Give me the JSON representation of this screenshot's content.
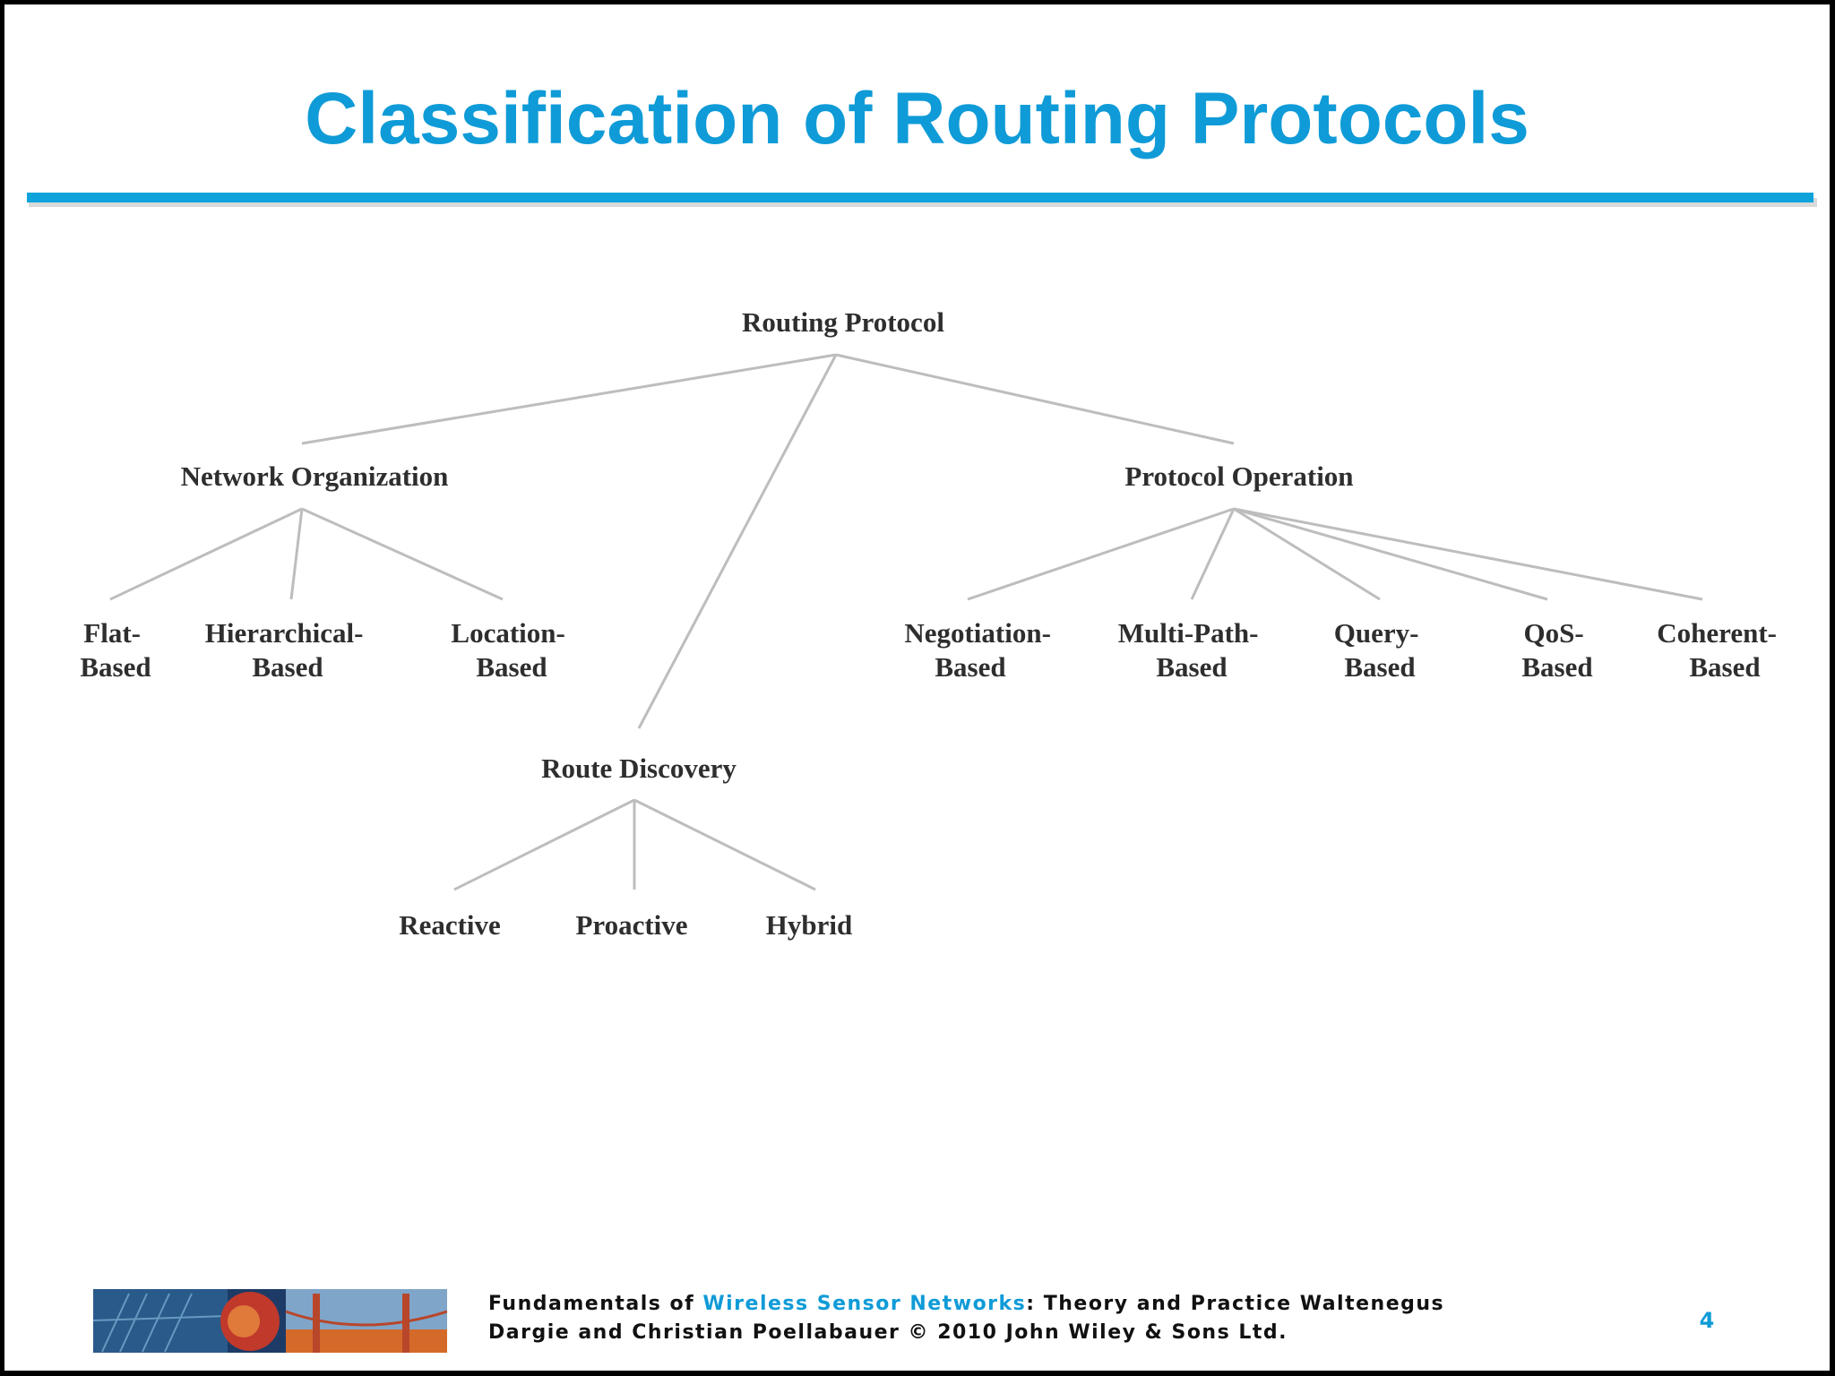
{
  "slide": {
    "title": "Classification of Routing Protocols",
    "page_number": "4"
  },
  "diagram": {
    "root": "Routing Protocol",
    "network_organization": {
      "label": "Network Organization",
      "children": [
        {
          "line1": "Flat-",
          "line2": "Based"
        },
        {
          "line1": "Hierarchical-",
          "line2": "Based"
        },
        {
          "line1": "Location-",
          "line2": "Based"
        }
      ]
    },
    "protocol_operation": {
      "label": "Protocol Operation",
      "children": [
        {
          "line1": "Negotiation-",
          "line2": "Based"
        },
        {
          "line1": "Multi-Path-",
          "line2": "Based"
        },
        {
          "line1": "Query-",
          "line2": "Based"
        },
        {
          "line1": "QoS-",
          "line2": "Based"
        },
        {
          "line1": "Coherent-",
          "line2": "Based"
        }
      ]
    },
    "route_discovery": {
      "label": "Route Discovery",
      "children": [
        "Reactive",
        "Proactive",
        "Hybrid"
      ]
    }
  },
  "footer": {
    "text_prefix": "Fundamentals of ",
    "text_accent": "Wireless Sensor Networks",
    "text_suffix_line1": ": Theory and Practice  Waltenegus",
    "text_line2": "Dargie and Christian Poellabauer © 2010 John Wiley & Sons Ltd."
  },
  "colors": {
    "accent": "#0f9bd7",
    "diagram_text": "#2e2e2e",
    "connector": "#bdbdbd"
  }
}
